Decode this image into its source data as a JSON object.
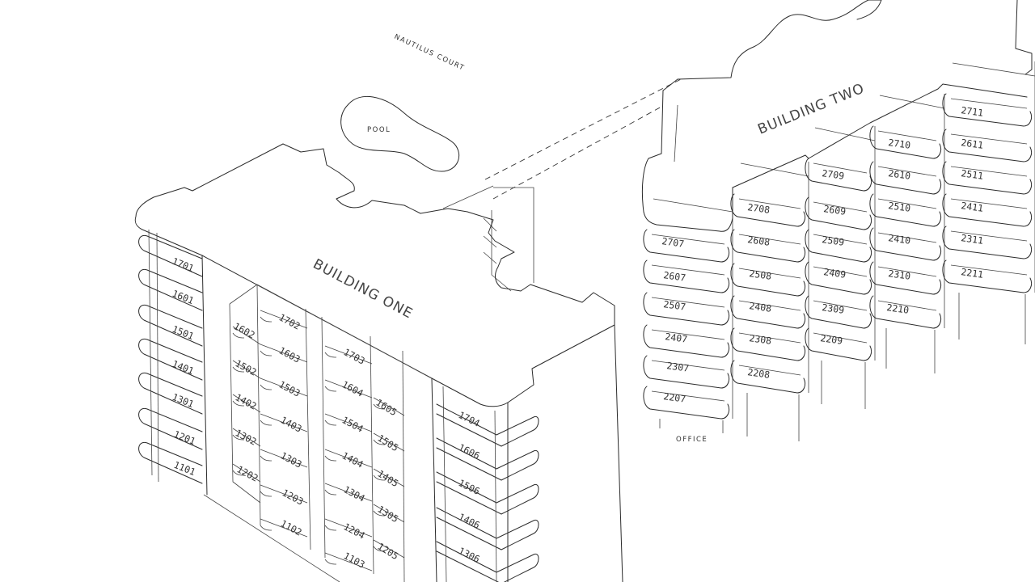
{
  "labels": {
    "street": "NAUTILUS COURT",
    "pool": "POOL",
    "building_one": "BUILDING ONE",
    "building_two": "BUILDING TWO",
    "office": "OFFICE"
  },
  "building_one": {
    "left_stack": [
      "1701",
      "1601",
      "1501",
      "1401",
      "1301",
      "1201",
      "1101"
    ],
    "col_a": [
      "1602",
      "1502",
      "1402",
      "1302",
      "1202"
    ],
    "col_b": [
      "1702",
      "1603",
      "1503",
      "1403",
      "1303",
      "1203",
      "1102"
    ],
    "col_c": [
      "1703",
      "1604",
      "1504",
      "1404",
      "1304",
      "1204",
      "1103"
    ],
    "col_d": [
      "1605",
      "1505",
      "1405",
      "1305",
      "1205"
    ],
    "right_stack": [
      "1704",
      "1606",
      "1506",
      "1406",
      "1306"
    ]
  },
  "building_two": {
    "col_07": [
      "2707",
      "2607",
      "2507",
      "2407",
      "2307",
      "2207"
    ],
    "col_08": [
      "2708",
      "2608",
      "2508",
      "2408",
      "2308",
      "2208"
    ],
    "col_09": [
      "2709",
      "2609",
      "2509",
      "2409",
      "2309",
      "2209"
    ],
    "col_10": [
      "2710",
      "2610",
      "2510",
      "2410",
      "2310",
      "2210"
    ],
    "col_11": [
      "2711",
      "2611",
      "2511",
      "2411",
      "2311",
      "2211"
    ]
  }
}
